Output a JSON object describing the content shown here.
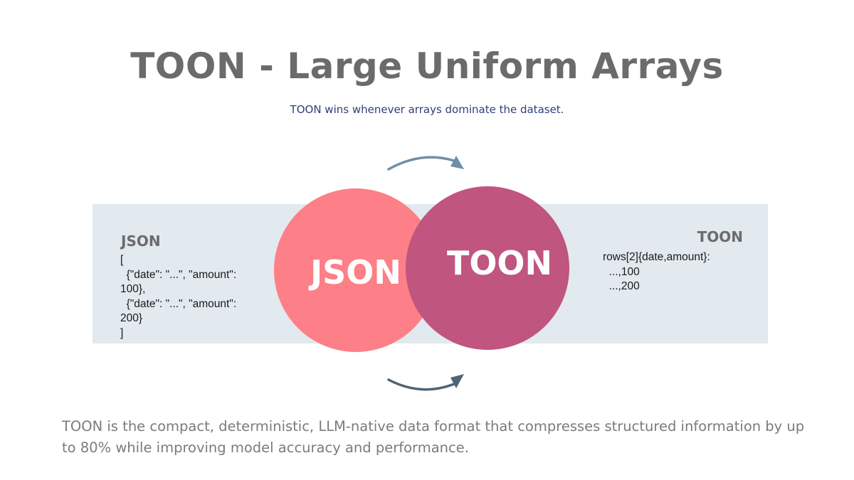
{
  "title": "TOON - Large Uniform Arrays",
  "subtitle": "TOON wins whenever arrays dominate the dataset.",
  "json_panel": {
    "heading": "JSON",
    "code": "[\n  {\"date\": \"...\", \"amount\":\n100},\n  {\"date\": \"...\", \"amount\":\n200}\n]"
  },
  "toon_panel": {
    "heading": "TOON",
    "code": "rows[2]{date,amount}:\n  ...,100\n  ...,200"
  },
  "circles": {
    "left_label": "JSON",
    "right_label": "TOON",
    "left_color": "#fd7f87",
    "right_color": "#c0557f"
  },
  "arrows": {
    "top_icon": "curved-arrow-right-icon",
    "bottom_icon": "curved-arrow-right-icon",
    "top_color": "#6f8fa8",
    "bottom_color": "#4f6477"
  },
  "description": "TOON is the compact, deterministic, LLM-native data format that compresses structured information by up to 80% while improving model accuracy and performance."
}
